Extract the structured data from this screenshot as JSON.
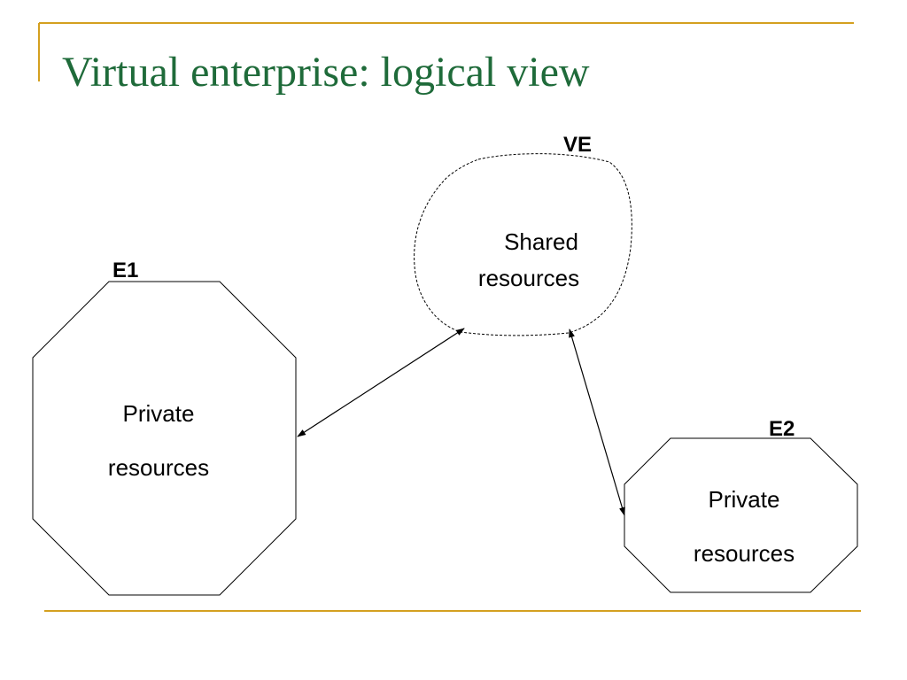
{
  "slide": {
    "title": "Virtual enterprise: logical view",
    "colors": {
      "title": "#1f6b3a",
      "accent_rule": "#d4a020",
      "stroke": "#000000",
      "fill": "#ffffff"
    }
  },
  "diagram": {
    "ve": {
      "label": "VE",
      "line1": "Shared",
      "line2": "resources",
      "border_style": "dashed"
    },
    "e1": {
      "label": "E1",
      "line1": "Private",
      "line2": "resources",
      "shape": "octagon"
    },
    "e2": {
      "label": "E2",
      "line1": "Private",
      "line2": "resources",
      "shape": "octagon"
    },
    "connectors": [
      {
        "from": "e1",
        "to": "ve",
        "style": "bidirectional-arrow"
      },
      {
        "from": "ve",
        "to": "e2",
        "style": "bidirectional-arrow"
      }
    ]
  }
}
